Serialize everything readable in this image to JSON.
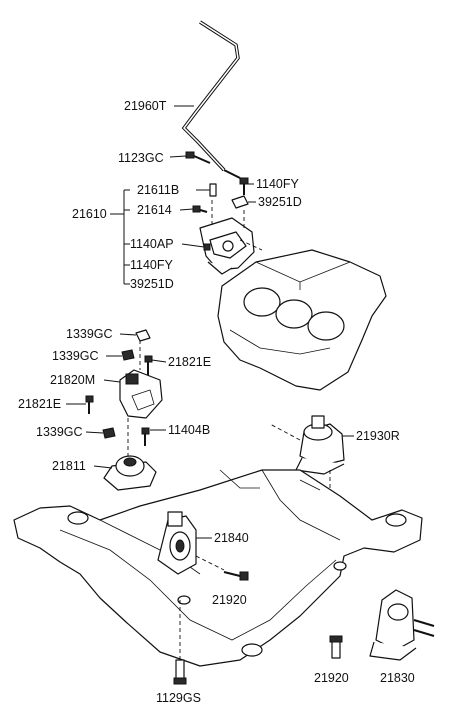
{
  "labels": {
    "rod": "21960T",
    "bolt_1123gc": "1123GC",
    "bracket_asm": "21610",
    "bolt_21611b": "21611B",
    "bolt_21614": "21614",
    "bolt_1140ap": "1140AP",
    "bolt_1140fy_a": "1140FY",
    "nut_39251d_a": "39251D",
    "bolt_1140fy_b": "1140FY",
    "nut_39251d_b": "39251D",
    "nut_1339gc_a": "1339GC",
    "nut_1339gc_b": "1339GC",
    "bolt_21821e_a": "21821E",
    "bracket_21820m": "21820M",
    "bolt_21821e_b": "21821E",
    "nut_1339gc_c": "1339GC",
    "bolt_11404b": "11404B",
    "mount_21811": "21811",
    "mount_21930r": "21930R",
    "mount_21840": "21840",
    "bolt_21920_a": "21920",
    "bolt_21920_b": "21920",
    "mount_21830": "21830",
    "bolt_1129gs": "1129GS"
  }
}
